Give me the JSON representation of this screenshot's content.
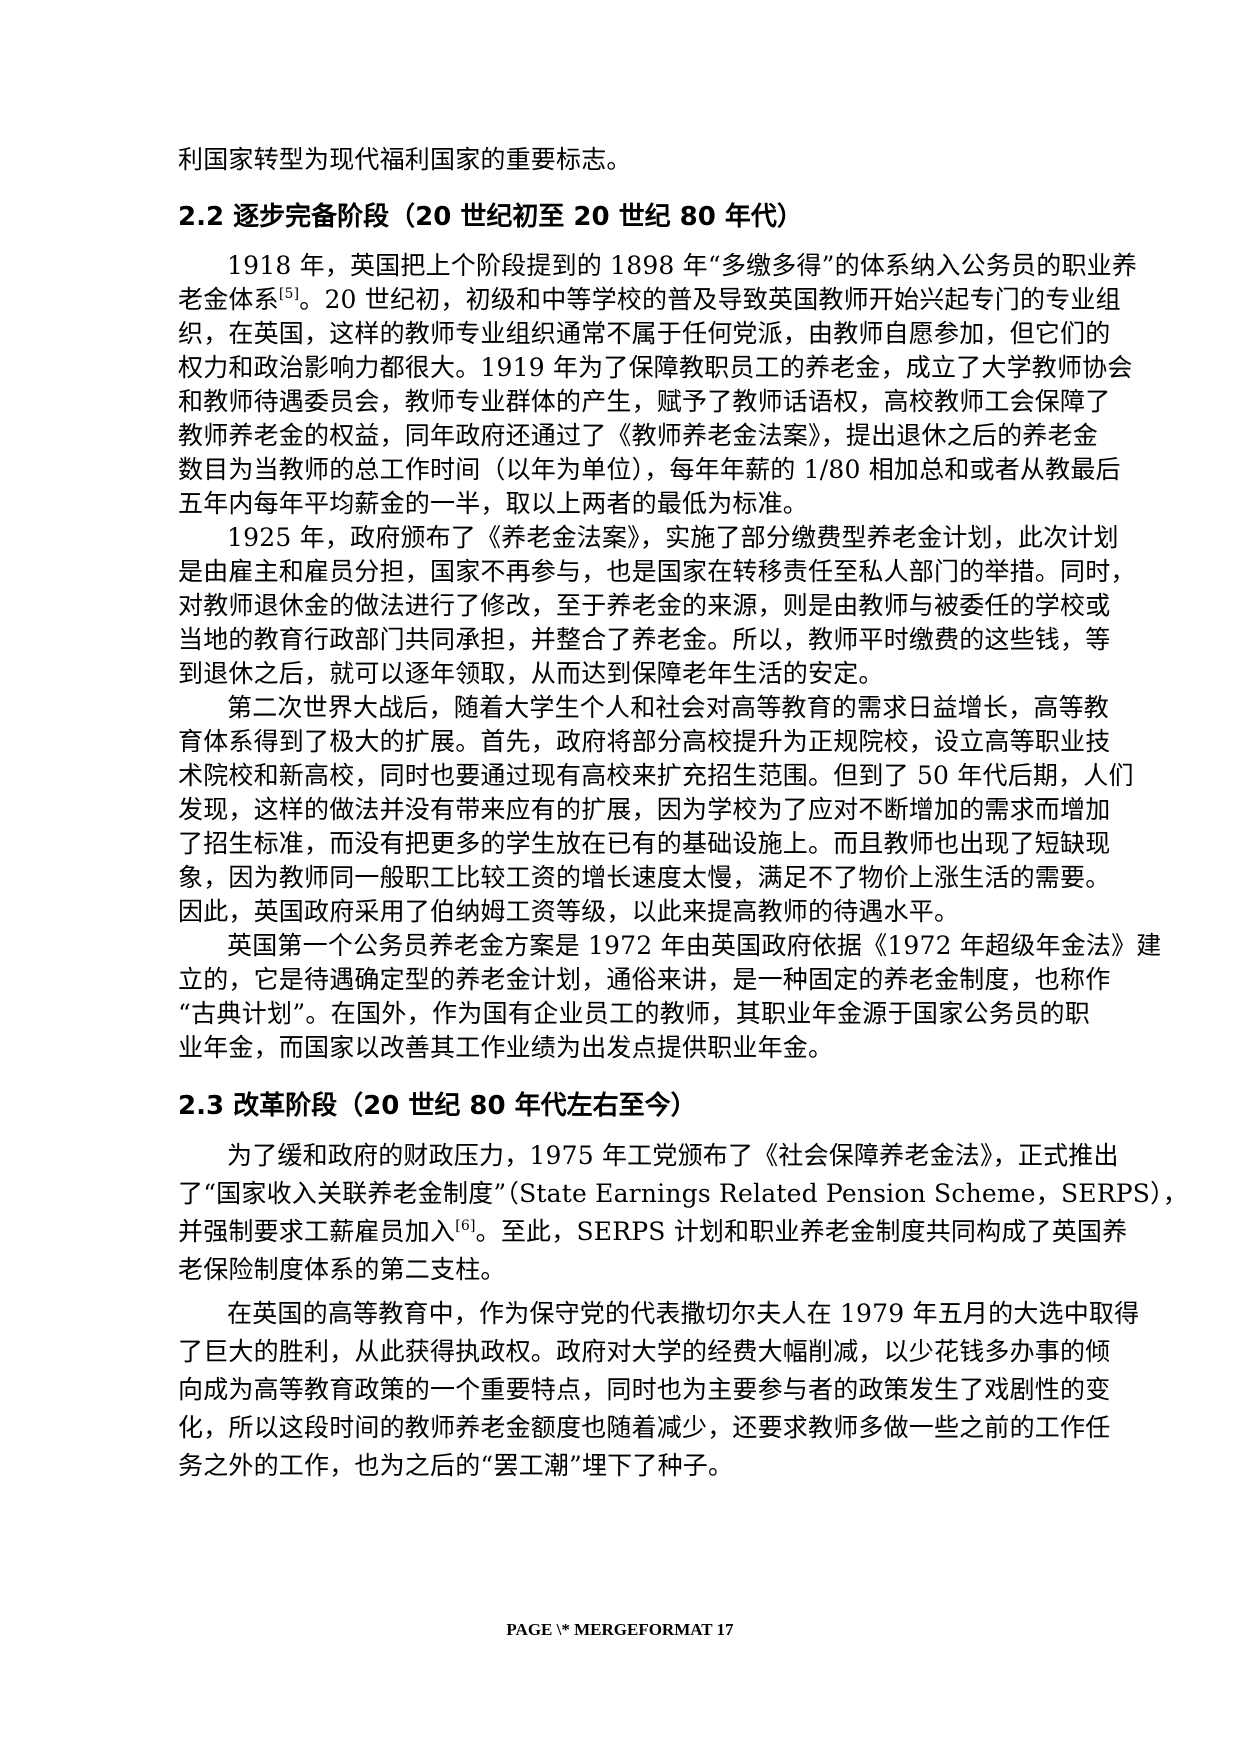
{
  "document": {
    "lines": {
      "l0": "利国家转型为现代福利国家的重要标志。",
      "h22": "2.2 逐步完备阶段（20 世纪初至 20 世纪 80 年代）",
      "p1_1": "1918 年，英国把上个阶段提到的 1898 年“多缴多得”的体系纳入公务员的职业养",
      "p1_2a": "老金体系",
      "p1_2ref": "[5]",
      "p1_2b": "。20 世纪初，初级和中等学校的普及导致英国教师开始兴起专门的专业组",
      "p1_3": "织，在英国，这样的教师专业组织通常不属于任何党派，由教师自愿参加，但它们的",
      "p1_4": "权力和政治影响力都很大。1919 年为了保障教职员工的养老金，成立了大学教师协会",
      "p1_5": "和教师待遇委员会，教师专业群体的产生，赋予了教师话语权，高校教师工会保障了",
      "p1_6": "教师养老金的权益，同年政府还通过了《教师养老金法案》，提出退休之后的养老金",
      "p1_7": "数目为当教师的总工作时间（以年为单位），每年年薪的 1/80 相加总和或者从教最后",
      "p1_8": "五年内每年平均薪金的一半，取以上两者的最低为标准。",
      "p2_1": "1925 年，政府颁布了《养老金法案》，实施了部分缴费型养老金计划，此次计划",
      "p2_2": "是由雇主和雇员分担，国家不再参与，也是国家在转移责任至私人部门的举措。同时，",
      "p2_3": "对教师退休金的做法进行了修改，至于养老金的来源，则是由教师与被委任的学校或",
      "p2_4": "当地的教育行政部门共同承担，并整合了养老金。所以，教师平时缴费的这些钱，等",
      "p2_5": "到退休之后，就可以逐年领取，从而达到保障老年生活的安定。",
      "p3_1": "第二次世界大战后，随着大学生个人和社会对高等教育的需求日益增长，高等教",
      "p3_2": "育体系得到了极大的扩展。首先，政府将部分高校提升为正规院校，设立高等职业技",
      "p3_3": "术院校和新高校，同时也要通过现有高校来扩充招生范围。但到了 50 年代后期，人们",
      "p3_4": "发现，这样的做法并没有带来应有的扩展，因为学校为了应对不断增加的需求而增加",
      "p3_5": "了招生标准，而没有把更多的学生放在已有的基础设施上。而且教师也出现了短缺现",
      "p3_6": "象，因为教师同一般职工比较工资的增长速度太慢，满足不了物价上涨生活的需要。",
      "p3_7": "因此，英国政府采用了伯纳姆工资等级，以此来提高教师的待遇水平。",
      "p4_1": "英国第一个公务员养老金方案是 1972 年由英国政府依据《1972 年超级年金法》建",
      "p4_2": "立的，它是待遇确定型的养老金计划，通俗来讲，是一种固定的养老金制度，也称作",
      "p4_3": "“古典计划”。在国外，作为国有企业员工的教师，其职业年金源于国家公务员的职",
      "p4_4": "业年金，而国家以改善其工作业绩为出发点提供职业年金。",
      "h23": "2.3 改革阶段（20 世纪 80 年代左右至今）",
      "p5_1": "为了缓和政府的财政压力，1975 年工党颁布了《社会保障养老金法》，正式推出",
      "p5_2": "了“国家收入关联养老金制度”（State Earnings Related Pension Scheme，SERPS），",
      "p5_3a": "并强制要求工薪雇员加入",
      "p5_3ref": "[6]",
      "p5_3b": "。至此，SERPS 计划和职业养老金制度共同构成了英国养",
      "p5_4": "老保险制度体系的第二支柱。",
      "p6_1": "在英国的高等教育中，作为保守党的代表撒切尔夫人在 1979 年五月的大选中取得",
      "p6_2": "了巨大的胜利，从此获得执政权。政府对大学的经费大幅削减，以少花钱多办事的倾",
      "p6_3": "向成为高等教育政策的一个重要特点，同时也为主要参与者的政策发生了戏剧性的变",
      "p6_4": "化，所以这段时间的教师养老金额度也随着减少，还要求教师多做一些之前的工作任",
      "p6_5": "务之外的工作，也为之后的“罢工潮”埋下了种子。"
    },
    "footer": "PAGE   \\* MERGEFORMAT 17"
  }
}
